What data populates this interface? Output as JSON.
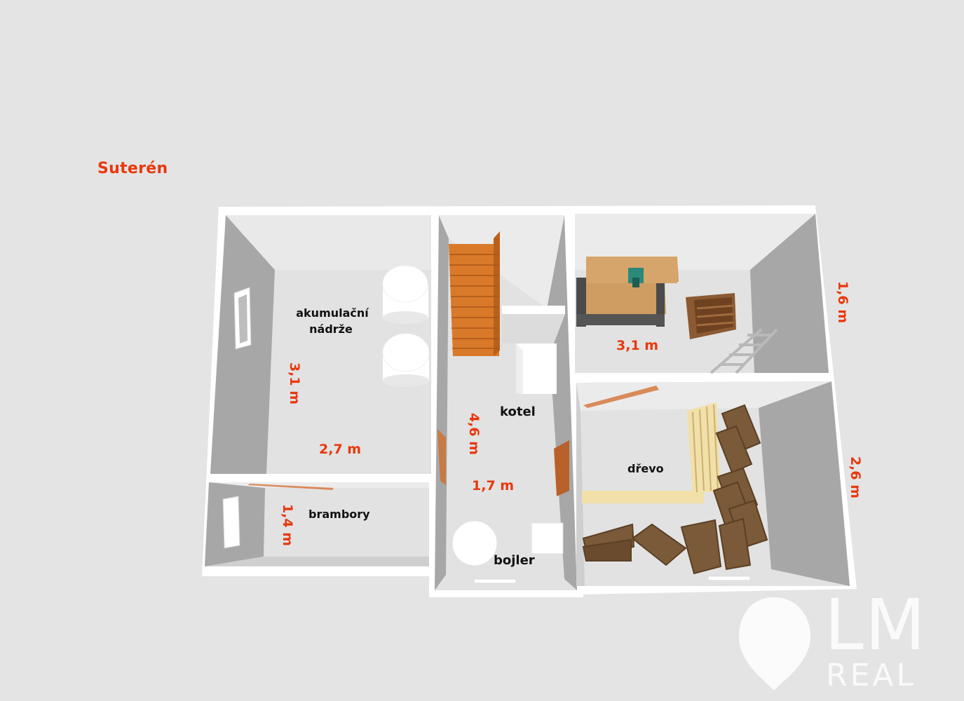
{
  "title": "Suterén",
  "rooms": {
    "accumulation": {
      "label_line1": "akumulační",
      "label_line2": "nádrže",
      "dim_vertical": "3,1 m",
      "dim_horizontal": "2,7 m"
    },
    "potatoes": {
      "label": "brambory",
      "dim_vertical": "1,4 m"
    },
    "boiler_room": {
      "label_boiler": "kotel",
      "label_heater": "bojler",
      "dim_vertical": "4,6 m",
      "dim_horizontal": "1,7 m"
    },
    "workshop": {
      "dim_horizontal": "3,1 m",
      "dim_vertical": "1,6 m"
    },
    "wood": {
      "label": "dřevo",
      "dim_vertical": "2,6 m"
    }
  },
  "logo": {
    "line1": "LM",
    "line2": "REAL"
  },
  "colors": {
    "dimension": "#e8380d",
    "wall": "#ffffff",
    "wall_inner": "#a9a9a9",
    "floor": "#e0e0e0",
    "stairs": "#d97a2a",
    "wood": "#7a5a38"
  }
}
